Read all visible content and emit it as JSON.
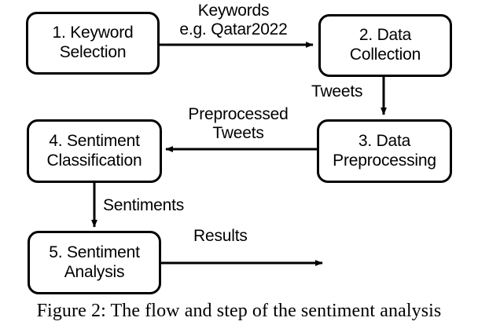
{
  "figure": {
    "caption": "Figure 2: The flow and step of the sentiment analysis",
    "stroke_color": "#000000",
    "background_color": "#ffffff"
  },
  "diagram": {
    "type": "flowchart",
    "nodes": [
      {
        "id": "node-1",
        "label": "1. Keyword Selection",
        "line1": "1. Keyword",
        "line2": "Selection"
      },
      {
        "id": "node-2",
        "label": "2. Data Collection",
        "line1": "2. Data",
        "line2": "Collection"
      },
      {
        "id": "node-3",
        "label": "3. Data Preprocessing",
        "line1": "3. Data",
        "line2": "Preprocessing"
      },
      {
        "id": "node-4",
        "label": "4. Sentiment Classification",
        "line1": "4. Sentiment",
        "line2": "Classification"
      },
      {
        "id": "node-5",
        "label": "5. Sentiment Analysis",
        "line1": "5. Sentiment",
        "line2": "Analysis"
      }
    ],
    "edges": [
      {
        "id": "edge-1-2",
        "from": "node-1",
        "to": "node-2",
        "label": "Keywords e.g. Qatar2022",
        "line1": "Keywords",
        "line2": "e.g. Qatar2022",
        "direction": "right"
      },
      {
        "id": "edge-2-3",
        "from": "node-2",
        "to": "node-3",
        "label": "Tweets",
        "line1": "Tweets",
        "line2": "",
        "direction": "down"
      },
      {
        "id": "edge-3-4",
        "from": "node-3",
        "to": "node-4",
        "label": "Preprocessed Tweets",
        "line1": "Preprocessed",
        "line2": "Tweets",
        "direction": "left"
      },
      {
        "id": "edge-4-5",
        "from": "node-4",
        "to": "node-5",
        "label": "Sentiments",
        "line1": "Sentiments",
        "line2": "",
        "direction": "down"
      },
      {
        "id": "edge-5-out",
        "from": "node-5",
        "to": "output",
        "label": "Results",
        "line1": "Results",
        "line2": "",
        "direction": "right"
      }
    ]
  }
}
